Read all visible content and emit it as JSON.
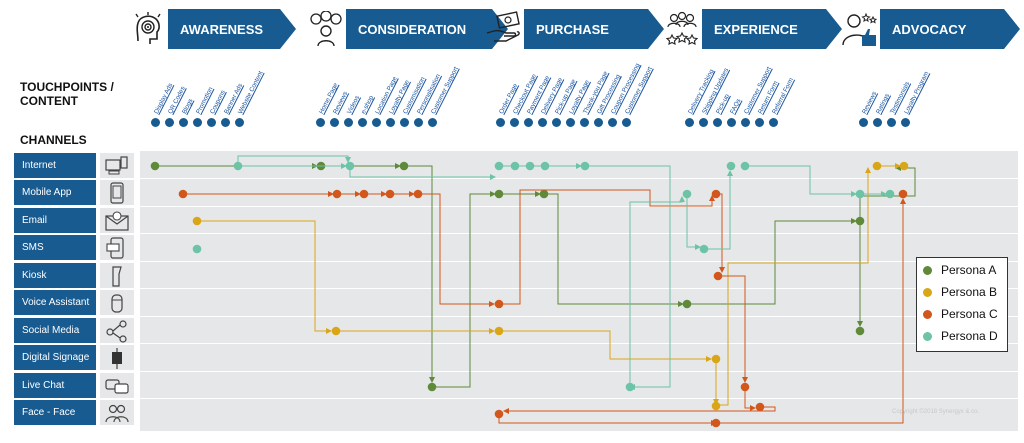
{
  "stages": [
    {
      "label": "AWARENESS",
      "icon": "awareness-head-target-icon"
    },
    {
      "label": "CONSIDERATION",
      "icon": "consideration-people-thinking-icon"
    },
    {
      "label": "PURCHASE",
      "icon": "purchase-hand-money-icon"
    },
    {
      "label": "EXPERIENCE",
      "icon": "experience-stars-people-icon"
    },
    {
      "label": "ADVOCACY",
      "icon": "advocacy-thumbs-up-icon"
    }
  ],
  "headings": {
    "touchpoints_line1": "TOUCHPOINTS /",
    "touchpoints_line2": "CONTENT",
    "channels": "CHANNELS"
  },
  "touchpoints": {
    "awareness": [
      "Display Ads",
      "QR Codes",
      "Blogs",
      "Promotion",
      "Coupons",
      "Banner Ads",
      "Website Content"
    ],
    "consideration": [
      "Home Page",
      "Reviews",
      "Videos",
      "e-shop",
      "Location Page",
      "Loyalty Page",
      "Customisation",
      "Personalisation",
      "Customer Support"
    ],
    "purchase": [
      "Order Page",
      "Checkout Page",
      "Payment Page",
      "Delivery Page",
      "Pick-up Page",
      "Loyalty Page",
      "Thank-you Page",
      "Gift Processing",
      "Coupon Processing",
      "Customer Support"
    ],
    "experience": [
      "Delivery Tracking",
      "Shipping Updates",
      "Pick-up",
      "FAQs",
      "Customer Support",
      "Return Form",
      "Referral Form"
    ],
    "advocacy": [
      "Reviews",
      "Ratings",
      "Testimonials",
      "Loyalty Program"
    ]
  },
  "channels": [
    {
      "label": "Internet",
      "icon": "internet-devices-icon"
    },
    {
      "label": "Mobile App",
      "icon": "mobile-phone-icon"
    },
    {
      "label": "Email",
      "icon": "email-envelope-icon"
    },
    {
      "label": "SMS",
      "icon": "sms-phone-icon"
    },
    {
      "label": "Kiosk",
      "icon": "kiosk-icon"
    },
    {
      "label": "Voice Assistant",
      "icon": "voice-assistant-icon"
    },
    {
      "label": "Social Media",
      "icon": "social-share-icon"
    },
    {
      "label": "Digital Signage",
      "icon": "digital-signage-icon"
    },
    {
      "label": "Live Chat",
      "icon": "live-chat-bubbles-icon"
    },
    {
      "label": "Face - Face",
      "icon": "face-to-face-people-icon"
    }
  ],
  "personas": [
    {
      "name": "Persona A",
      "color": "#5e8a3a"
    },
    {
      "name": "Persona B",
      "color": "#d9a617"
    },
    {
      "name": "Persona C",
      "color": "#d2571c"
    },
    {
      "name": "Persona D",
      "color": "#6cc3a5"
    }
  ],
  "colors": {
    "stage_blue": "#175b91",
    "grid_gray": "#e6e7e8"
  },
  "copyright": "Copyright ©2018 Synergyx & co."
}
